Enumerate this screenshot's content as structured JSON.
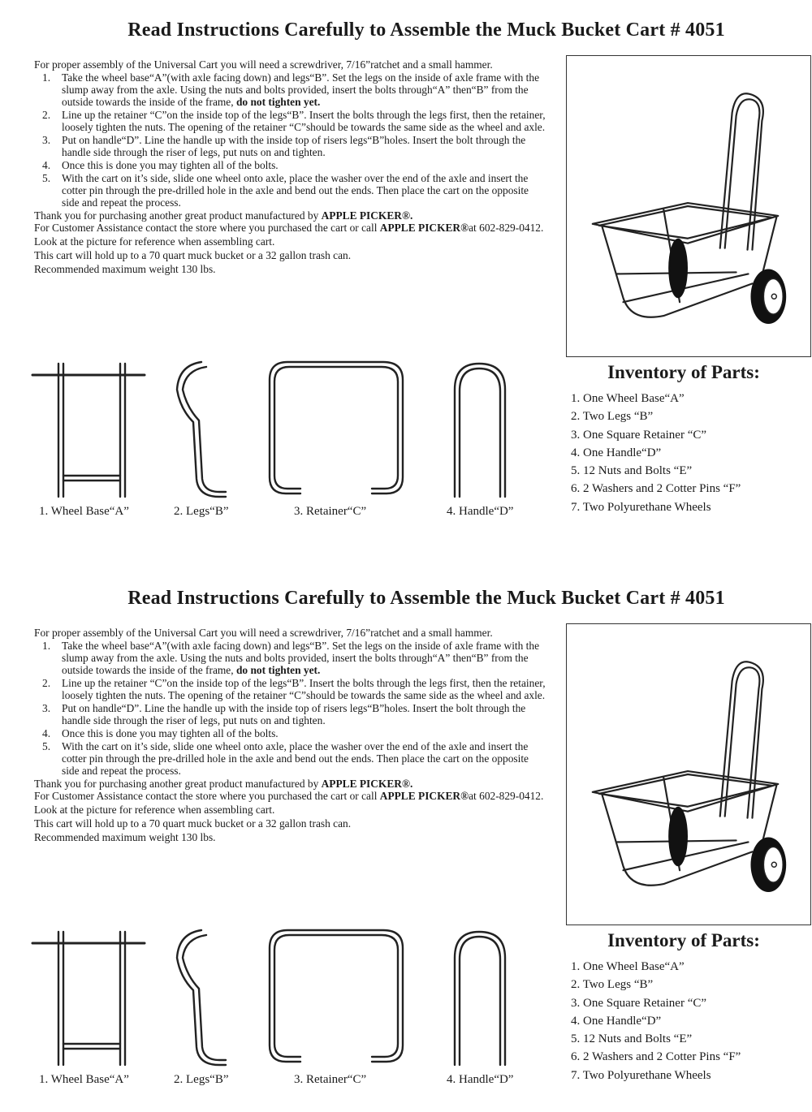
{
  "sheets": [
    {
      "title": "Read Instructions Carefully to Assemble the Muck Bucket Cart # 4051",
      "intro": "For proper assembly of the Universal Cart you will need a screwdriver, 7/16”ratchet and a small hammer.",
      "steps": [
        {
          "num": "1.",
          "text": "Take the wheel base“A”(with axle facing down) and legs“B”. Set the legs on the inside of axle frame with the slump away from the axle. Using the nuts and bolts provided, insert the bolts through“A” then“B” from the outside towards the inside of the frame,",
          "bold": "do not tighten yet."
        },
        {
          "num": "2.",
          "text": "Line up the retainer “C”on the inside top of the legs“B”. Insert the bolts through the legs first, then the retainer, loosely tighten the nuts. The opening of the retainer “C”should be towards the same side as the wheel and axle.",
          "bold": ""
        },
        {
          "num": "3.",
          "text": "Put on handle“D”. Line the handle up with the inside top of risers legs“B”holes. Insert the bolt through the handle side through the riser of legs, put nuts on and tighten.",
          "bold": ""
        },
        {
          "num": "4.",
          "text": "Once this is done you may tighten all of the bolts.",
          "bold": ""
        },
        {
          "num": "5.",
          "text": "With the cart on it’s side, slide one wheel onto axle, place the washer over the end of the axle and insert the cotter pin through the pre-drilled hole in the axle and bend out the ends. Then place the cart on the opposite side and repeat the process.",
          "bold": ""
        }
      ],
      "thanks_text": "Thank you for purchasing another great product manufactured by",
      "thanks_brand": "APPLE PICKER®.",
      "assist_text": "For Customer Assistance contact the store where you purchased the cart or call",
      "assist_brand": "APPLE PICKER®",
      "assist_phone": "at 602-829-0412.",
      "note_picture": "Look at the picture for reference when assembling cart.",
      "note_capacity": "This cart will hold up to a 70 quart muck bucket or a 32 gallon trash can.",
      "note_weight": "Recommended maximum weight 130 lbs.",
      "inventory_title": "Inventory of Parts:",
      "inventory": [
        "1. One Wheel Base“A”",
        "2. Two Legs “B”",
        "3. One Square Retainer  “C”",
        "4. One Handle“D”",
        "5. 12 Nuts and Bolts  “E”",
        "6. 2 Washers and 2 Cotter Pins “F”",
        "7. Two Polyurethane Wheels"
      ],
      "part_labels": [
        "1. Wheel Base“A”",
        "2. Legs“B”",
        "3. Retainer“C”",
        "4. Handle“D”"
      ]
    },
    {
      "title": "Read Instructions Carefully to Assemble the Muck Bucket Cart # 4051",
      "intro": "For proper assembly of the Universal Cart you will need a screwdriver, 7/16”ratchet and a small hammer.",
      "steps": [
        {
          "num": "1.",
          "text": "Take the wheel base“A”(with axle facing down) and legs“B”. Set the legs on the inside of axle frame with the slump away from the axle. Using the nuts and bolts provided, insert the bolts through“A” then“B” from the outside towards the inside of the frame,",
          "bold": "do not tighten yet."
        },
        {
          "num": "2.",
          "text": "Line up the retainer “C”on the inside top of the legs“B”. Insert the bolts through the legs first, then the retainer, loosely tighten the nuts. The opening of the retainer “C”should be towards the same side as the wheel and axle.",
          "bold": ""
        },
        {
          "num": "3.",
          "text": "Put on handle“D”. Line the handle up with the inside top of risers legs“B”holes. Insert the bolt through the handle side through the riser of legs, put nuts on and tighten.",
          "bold": ""
        },
        {
          "num": "4.",
          "text": "Once this is done you may tighten all of the bolts.",
          "bold": ""
        },
        {
          "num": "5.",
          "text": "With the cart on it’s side, slide one wheel onto axle, place the washer over the end of the axle and insert the cotter pin through the pre-drilled hole in the axle and bend out the ends. Then place the cart on the opposite side and repeat the process.",
          "bold": ""
        }
      ],
      "thanks_text": "Thank you for purchasing another great product manufactured by",
      "thanks_brand": "APPLE PICKER®.",
      "assist_text": "For Customer Assistance contact the store where you purchased the cart or call",
      "assist_brand": "APPLE PICKER®",
      "assist_phone": "at 602-829-0412.",
      "note_picture": "Look at the picture for reference when assembling cart.",
      "note_capacity": "This cart will hold up to a 70 quart muck bucket or a 32 gallon trash can.",
      "note_weight": "Recommended maximum weight 130 lbs.",
      "inventory_title": "Inventory of Parts:",
      "inventory": [
        "1. One Wheel Base“A”",
        "2. Two Legs “B”",
        "3. One Square Retainer  “C”",
        "4. One Handle“D”",
        "5. 12 Nuts and Bolts  “E”",
        "6. 2 Washers and 2 Cotter Pins “F”",
        "7. Two Polyurethane Wheels"
      ],
      "part_labels": [
        "1. Wheel Base“A”",
        "2. Legs“B”",
        "3. Retainer“C”",
        "4. Handle“D”"
      ]
    }
  ]
}
